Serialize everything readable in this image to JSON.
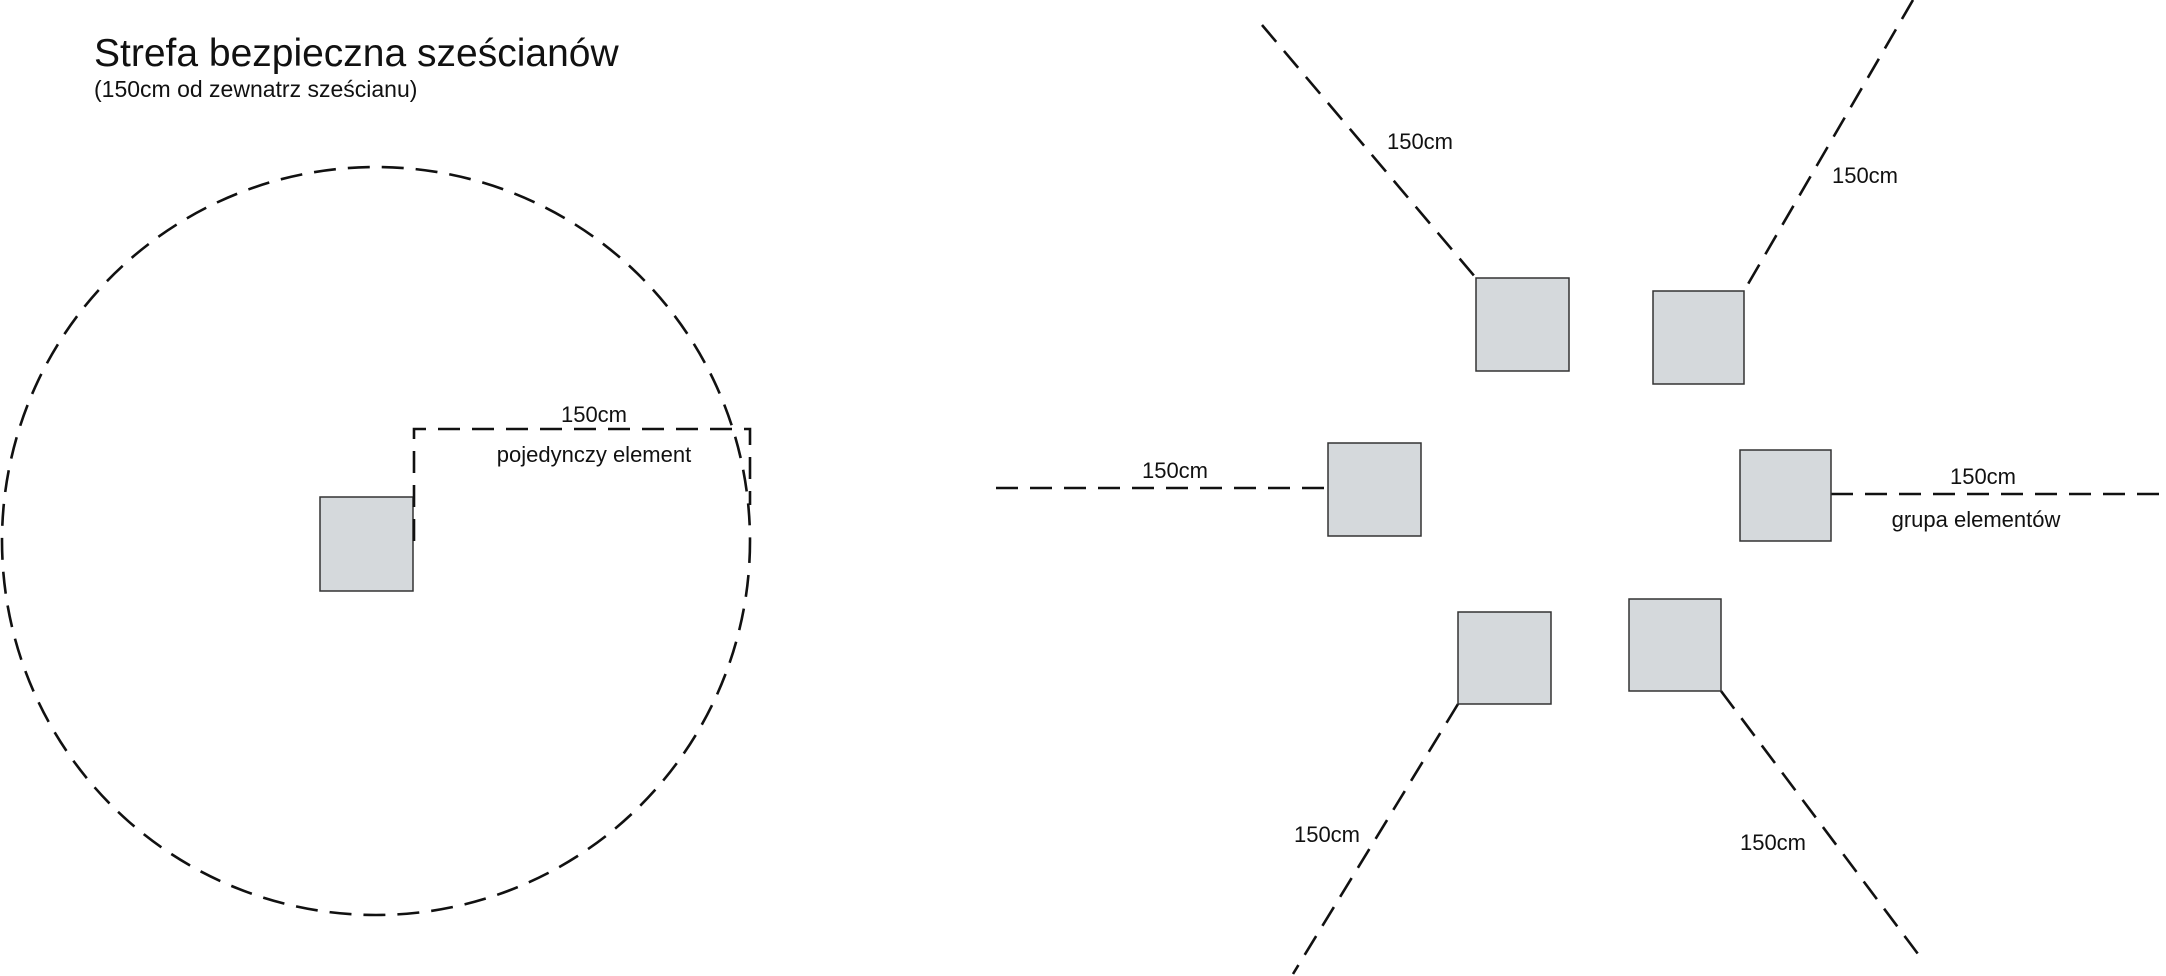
{
  "title": "Strefa bezpieczna sześcianów",
  "subtitle": "(150cm od zewnatrz sześcianu)",
  "single": {
    "distance_label": "150cm",
    "caption": "pojedynczy element"
  },
  "group": {
    "distance_labels": [
      "150cm",
      "150cm",
      "150cm",
      "150cm",
      "150cm",
      "150cm"
    ],
    "caption": "grupa elementów"
  },
  "colors": {
    "cube_fill": "#d5d9dc",
    "line": "#111111"
  }
}
